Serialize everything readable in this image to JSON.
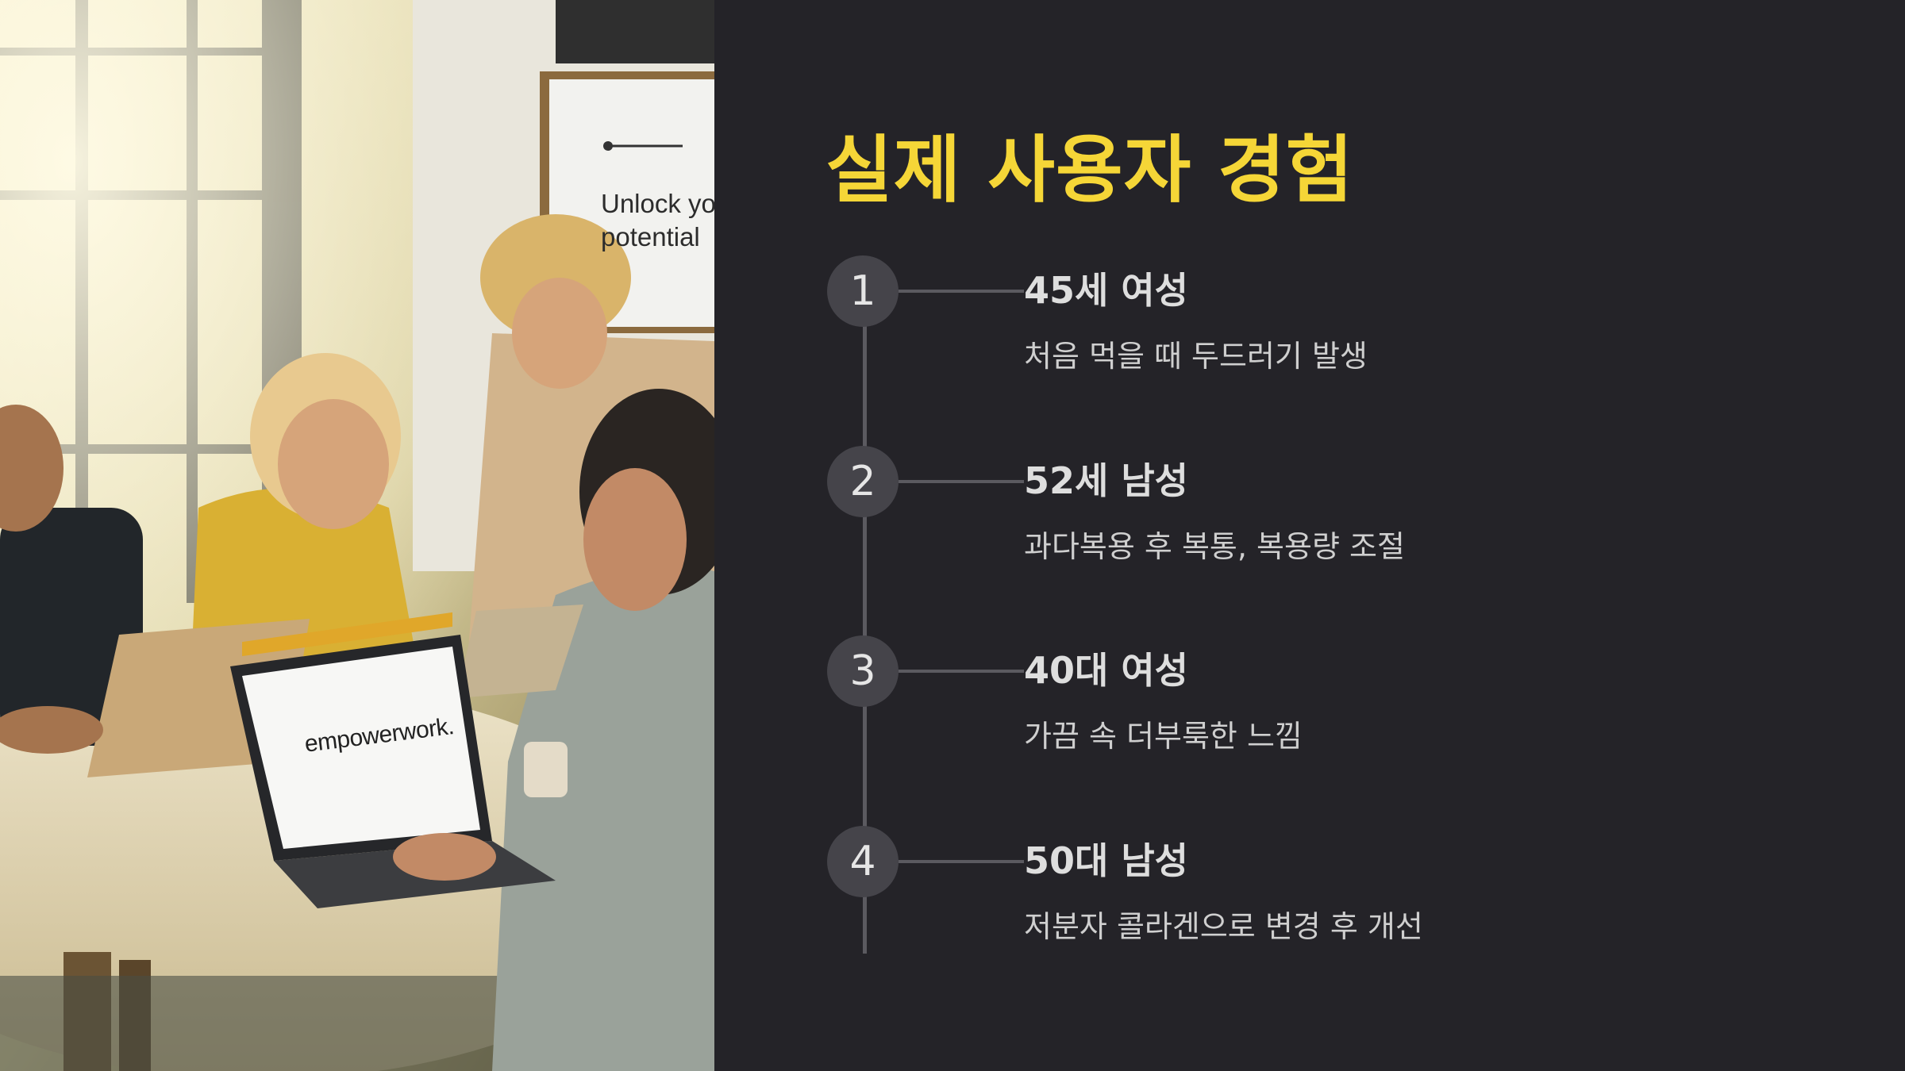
{
  "slide": {
    "title": "실제 사용자 경험",
    "accent_color": "#F5D637",
    "background_color": "#242328"
  },
  "photo": {
    "laptop_brand": "empowerwork.",
    "poster_line1": "Unlock yo",
    "poster_line2": "potential"
  },
  "steps": [
    {
      "number": "1",
      "heading": "45세 여성",
      "description": "처음 먹을 때 두드러기 발생"
    },
    {
      "number": "2",
      "heading": "52세 남성",
      "description": "과다복용 후 복통, 복용량 조절"
    },
    {
      "number": "3",
      "heading": "40대 여성",
      "description": "가끔 속 더부룩한 느낌"
    },
    {
      "number": "4",
      "heading": "50대 남성",
      "description": "저분자 콜라겐으로 변경 후 개선"
    }
  ]
}
